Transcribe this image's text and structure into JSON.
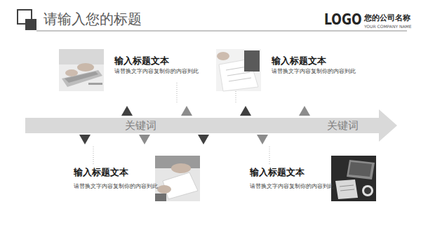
{
  "diagram": {
    "title": "请输入您的标题",
    "nodes": [
      {
        "text": [
          "关键词",
          "关键词"
        ]
      }
    ],
    "labels": [
      "LOGO",
      "您的公司名称",
      "YOUR COMPANY NAME",
      "输入标题文本",
      "请替换文字内容复制你的内容到此",
      "输入标题文本",
      "请替换文字内容复制你的内容到此",
      "输入标题文本",
      "请替换文字内容复制你的内容到此",
      "输入标题文本",
      "请替换文字内容复制你的内容到此"
    ]
  }
}
